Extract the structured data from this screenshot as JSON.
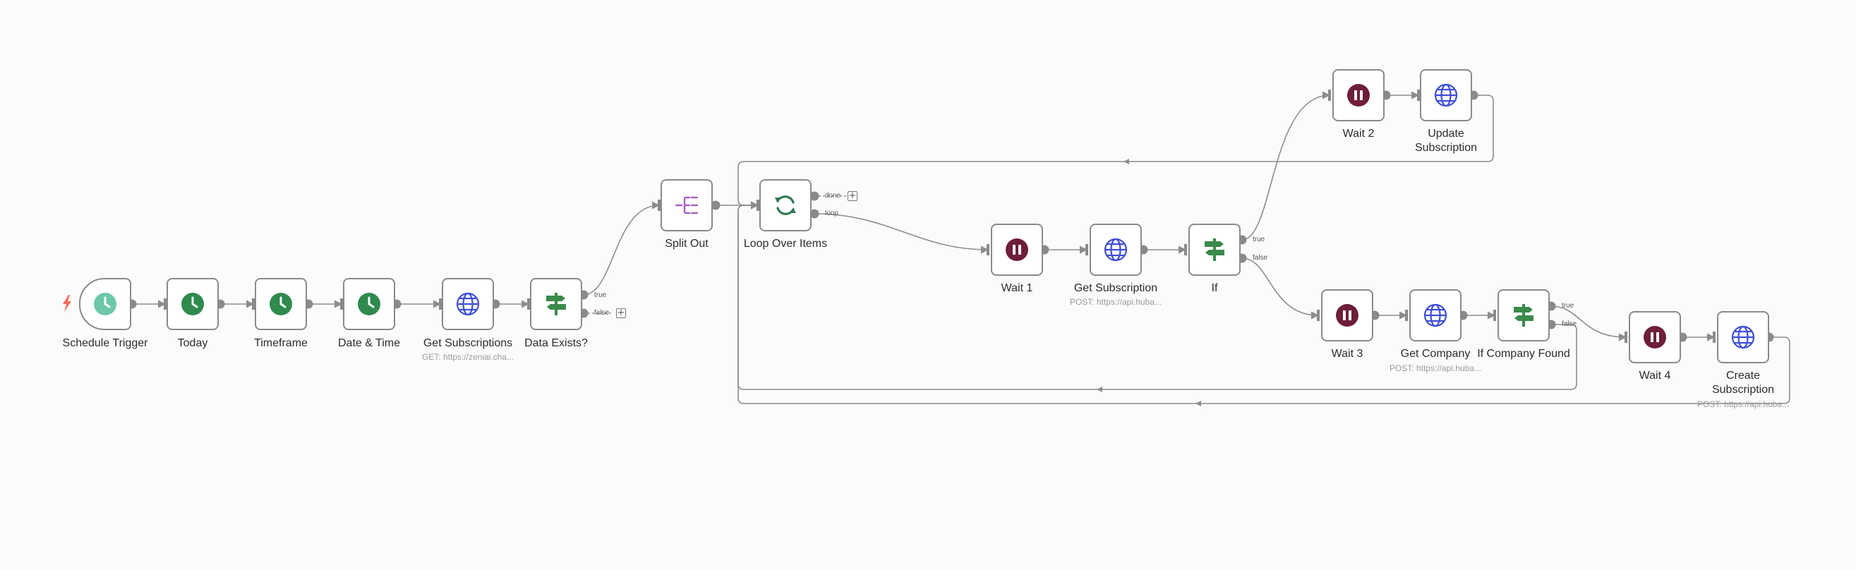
{
  "workflow": {
    "nodes": {
      "schedule_trigger": {
        "label": "Schedule Trigger"
      },
      "today": {
        "label": "Today"
      },
      "timeframe": {
        "label": "Timeframe"
      },
      "date_time": {
        "label": "Date & Time"
      },
      "get_subscriptions": {
        "label": "Get Subscriptions",
        "subtitle": "GET: https://zeniai.cha..."
      },
      "data_exists": {
        "label": "Data Exists?",
        "outputs": {
          "true": "true",
          "false": "false"
        }
      },
      "split_out": {
        "label": "Split Out"
      },
      "loop_over_items": {
        "label": "Loop Over Items",
        "outputs": {
          "done": "done",
          "loop": "loop"
        }
      },
      "wait_1": {
        "label": "Wait 1"
      },
      "get_subscription": {
        "label": "Get Subscription",
        "subtitle": "POST: https://api.huba..."
      },
      "if": {
        "label": "If",
        "outputs": {
          "true": "true",
          "false": "false"
        }
      },
      "wait_2": {
        "label": "Wait 2"
      },
      "update_subscription": {
        "label": "Update Subscription",
        "label_line1": "Update",
        "label_line2": "Subscription"
      },
      "wait_3": {
        "label": "Wait 3"
      },
      "get_company": {
        "label": "Get Company",
        "subtitle": "POST: https://api.huba..."
      },
      "if_company_found": {
        "label": "If Company Found",
        "outputs": {
          "true": "true",
          "false": "false"
        }
      },
      "wait_4": {
        "label": "Wait 4"
      },
      "create_subscription": {
        "label": "Create Subscription",
        "label_line1": "Create",
        "label_line2": "Subscription",
        "subtitle": "POST: https://api.huba..."
      }
    },
    "icon_types": {
      "schedule": "schedule-clock-icon",
      "datetime": "clock-icon",
      "http": "globe-icon",
      "if": "signpost-icon",
      "split_out": "split-out-icon",
      "loop": "loop-arrows-icon",
      "wait": "pause-icon",
      "trigger": "lightning-bolt-icon"
    },
    "colors": {
      "canvas_bg": "#fafbfc",
      "wire": "#8c8c8c",
      "node_border": "#8a8a8a",
      "schedule": "#6cc8a8",
      "datetime": "#2f8a4e",
      "http": "#3e4fd4",
      "if": "#3a8a4a",
      "split_out": "#a560c8",
      "loop": "#2e7a52",
      "wait": "#6e1d3a",
      "trigger_bolt": "#f26d5b"
    }
  }
}
